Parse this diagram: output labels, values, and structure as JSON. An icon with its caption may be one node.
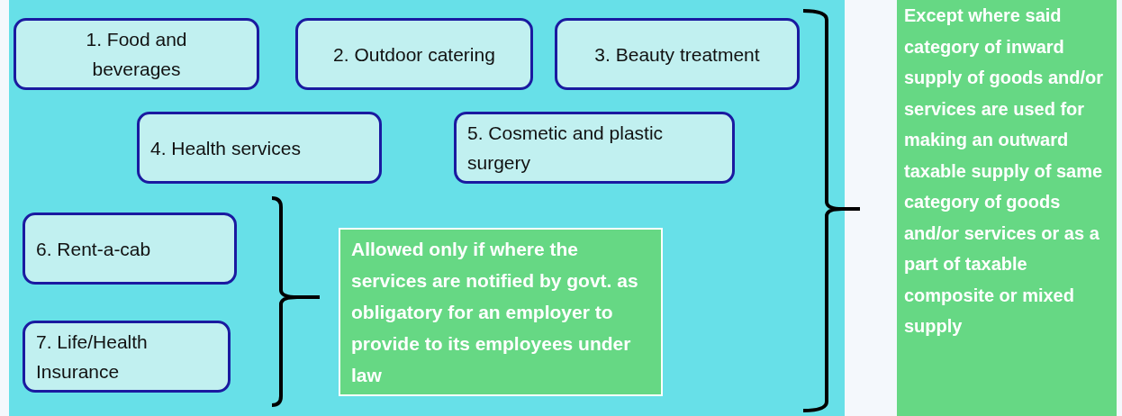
{
  "diagram": {
    "nodes": [
      {
        "text": [],
        "shape": "box"
      },
      {
        "text": [
          "1. Food and beverages"
        ],
        "in": 0
      },
      {
        "text": [
          "2. Outdoor catering"
        ],
        "in": 0
      },
      {
        "text": [
          "3. Beauty treatment"
        ],
        "in": 0
      },
      {
        "text": [
          "4. Health services"
        ],
        "in": 0
      },
      {
        "text": [
          "5. Cosmetic and plastic surgery"
        ],
        "in": 0
      },
      {
        "text": [
          "6. Rent-a-cab"
        ],
        "in": 0
      },
      {
        "text": [
          "7. Life/Health Insurance"
        ],
        "in": 0
      },
      {
        "text": [
          "Allowed only if where the services are notified by govt.  as obligatory for an employer to provide to its employees under law"
        ],
        "in": 0
      },
      {
        "text": [
          "Except where said category of inward supply of goods and/or  services are used for making an outward taxable supply of same category of goods and/or services or as a part of taxable composite or mixed supply"
        ]
      }
    ]
  }
}
